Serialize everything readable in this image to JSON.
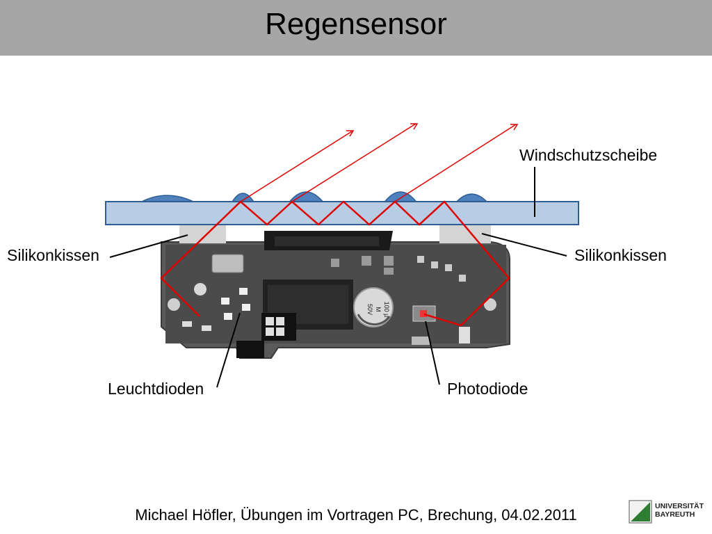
{
  "slide": {
    "title": "Regensensor",
    "footer": "Michael Höfler, Übungen im Vortragen PC, Brechung, 04.02.2011"
  },
  "labels": {
    "windshield": "Windschutzscheibe",
    "silicone_left": "Silikonkissen",
    "silicone_right": "Silikonkissen",
    "leds": "Leuchtdioden",
    "photodiode": "Photodiode"
  },
  "capacitor": {
    "line1": "100 µ",
    "line2": "M",
    "line3": "50V"
  },
  "logo": {
    "line1": "UNIVERSITÄT",
    "line2": "BAYREUTH"
  },
  "colors": {
    "title_bar": "#a6a6a6",
    "glass": "#b8cce4",
    "glass_border": "#2e5d94",
    "droplet": "#4f81bd",
    "ray": "#e00000",
    "logo_green": "#2e7d32"
  }
}
